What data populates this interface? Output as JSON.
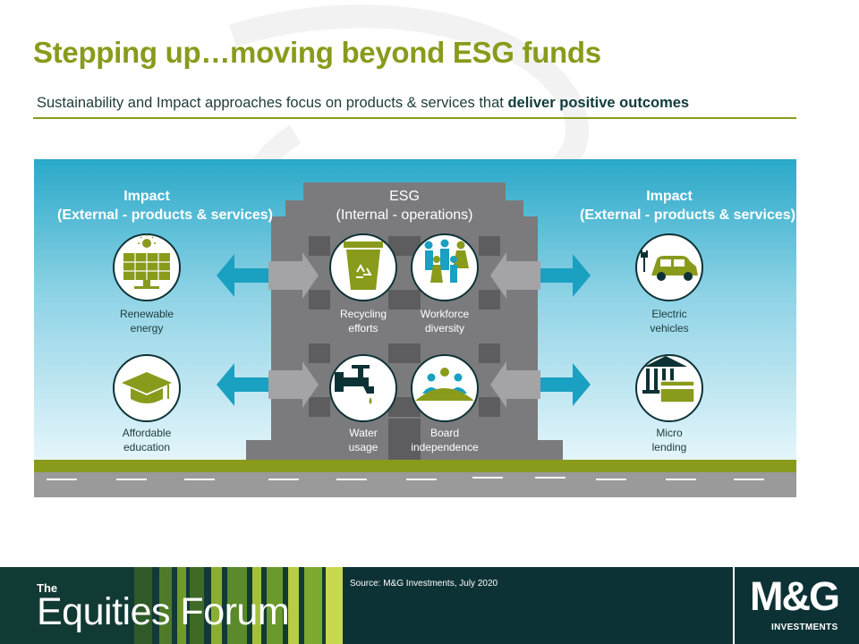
{
  "slide": {
    "title": "Stepping up…moving beyond ESG funds",
    "subtitle_prefix": "Sustainability and Impact approaches focus on products & services that ",
    "subtitle_emphasis": "deliver positive outcomes"
  },
  "diagram": {
    "left_header": {
      "title": "Impact",
      "subtitle": "(External - products & services)"
    },
    "center_header": {
      "title": "ESG",
      "subtitle": "(Internal - operations)"
    },
    "right_header": {
      "title": "Impact",
      "subtitle": "(External - products & services)"
    },
    "items": {
      "renewable": [
        "Renewable",
        "energy"
      ],
      "education": [
        "Affordable",
        "education"
      ],
      "recycling": [
        "Recycling",
        "efforts"
      ],
      "workforce": [
        "Workforce",
        "diversity"
      ],
      "water": [
        "Water",
        "usage"
      ],
      "board": [
        "Board",
        "independence"
      ],
      "electric": [
        "Electric",
        "vehicles"
      ],
      "micro": [
        "Micro",
        "lending"
      ]
    },
    "colors": {
      "sky_top": "#2aa9c9",
      "sky_bottom": "#e6f6fb",
      "building": "#7b7b7e",
      "building_dark": "#5d5d60",
      "green": "#8a9a1b",
      "arrow_teal": "#1aa0c0",
      "arrow_grey": "#a4a4a7",
      "road": "#9a9a9a"
    }
  },
  "footer": {
    "brand_the": "The",
    "brand_name": "Equities Forum",
    "source": "Source: M&G Investments, July 2020",
    "logo": "M&G",
    "logo_sub": "INVESTMENTS"
  }
}
